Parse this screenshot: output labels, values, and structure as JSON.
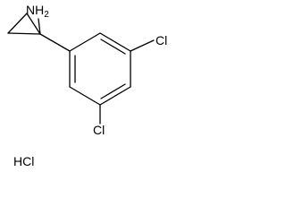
{
  "molecule": {
    "amine_label": "NH",
    "amine_subscript": "2",
    "chloro_top_label": "Cl",
    "chloro_bottom_label": "Cl",
    "salt_label": "HCl",
    "bond_color": "#000000",
    "text_color": "#000000",
    "background_color": "#ffffff"
  }
}
